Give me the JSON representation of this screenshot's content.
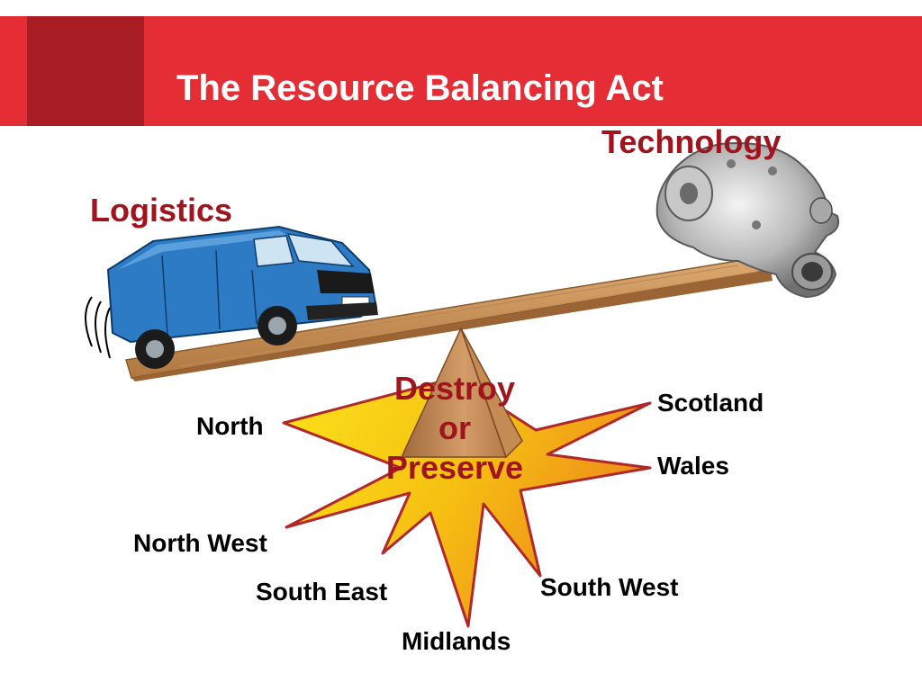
{
  "slide": {
    "title": "The Resource Balancing Act"
  },
  "labels": {
    "logistics": "Logistics",
    "technology": "Technology",
    "center": [
      "Destroy",
      "or",
      "Preserve"
    ]
  },
  "regions": [
    {
      "key": "north",
      "label": "North"
    },
    {
      "key": "scotland",
      "label": "Scotland"
    },
    {
      "key": "wales",
      "label": "Wales"
    },
    {
      "key": "north_west",
      "label": "North West"
    },
    {
      "key": "south_east",
      "label": "South East"
    },
    {
      "key": "south_west",
      "label": "South West"
    },
    {
      "key": "midlands",
      "label": "Midlands"
    }
  ],
  "colors": {
    "header_red": "#e52d36",
    "header_accent": "#a81d24",
    "label_red": "#a0141e",
    "star_yellow": "#f8d010",
    "star_orange": "#f09018",
    "star_outline": "#b0282a",
    "plank": "#c8915a",
    "van_blue": "#2c7bc4"
  }
}
